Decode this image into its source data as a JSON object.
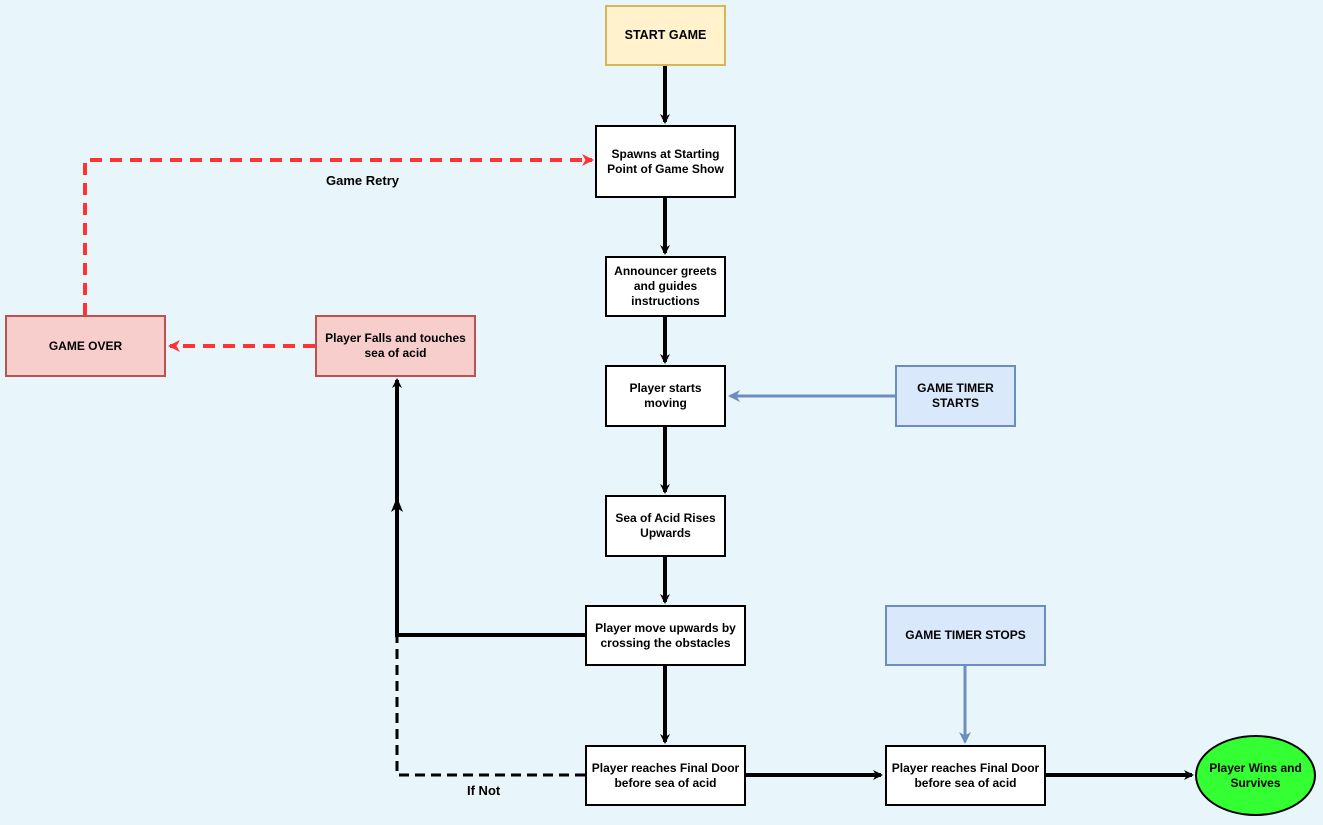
{
  "nodes": {
    "start": "START GAME",
    "spawn": "Spawns at Starting Point of Game Show",
    "announcer": "Announcer greets and guides instructions",
    "moving": "Player starts moving",
    "acid_rises": "Sea of Acid Rises Upwards",
    "move_upwards": "Player move upwards by crossing the obstacles",
    "reach_door_1": "Player reaches Final Door before sea of acid",
    "reach_door_2": "Player reaches Final Door before sea of acid",
    "timer_starts": "GAME TIMER STARTS",
    "timer_stops": "GAME TIMER STOPS",
    "falls": "Player Falls and touches sea of acid",
    "game_over": "GAME OVER",
    "wins": "Player Wins and Survives"
  },
  "edge_labels": {
    "retry": "Game Retry",
    "if_not": "If Not"
  },
  "colors": {
    "background": "#e8f6fc",
    "start_fill": "#fff2cc",
    "start_stroke": "#d6b656",
    "fail_fill": "#f8cecc",
    "fail_stroke": "#b85450",
    "timer_fill": "#dae8fc",
    "timer_stroke": "#6c8ebf",
    "win_fill": "#33ff33",
    "retry_edge": "#ff3333",
    "timer_edge": "#6c8ebf"
  }
}
